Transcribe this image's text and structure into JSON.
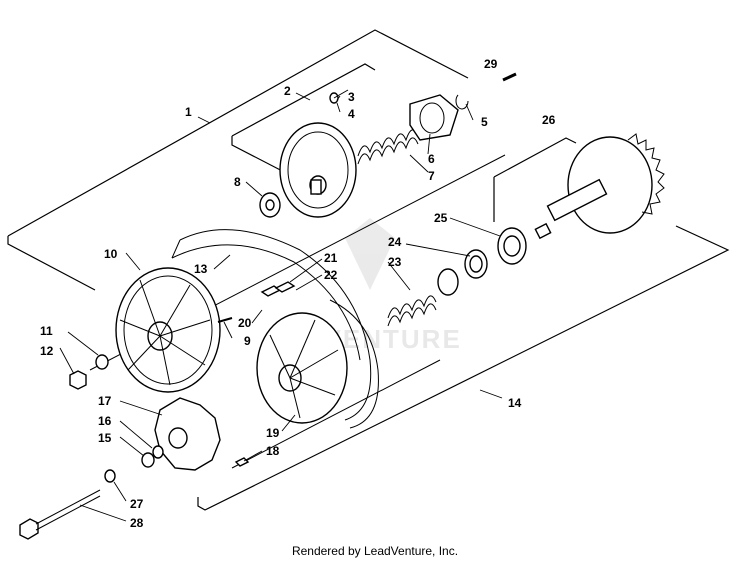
{
  "diagram": {
    "parts": [
      {
        "n": "1"
      },
      {
        "n": "2"
      },
      {
        "n": "3"
      },
      {
        "n": "4"
      },
      {
        "n": "5"
      },
      {
        "n": "6"
      },
      {
        "n": "7"
      },
      {
        "n": "8"
      },
      {
        "n": "9"
      },
      {
        "n": "10"
      },
      {
        "n": "11"
      },
      {
        "n": "12"
      },
      {
        "n": "13"
      },
      {
        "n": "14"
      },
      {
        "n": "15"
      },
      {
        "n": "16"
      },
      {
        "n": "17"
      },
      {
        "n": "18"
      },
      {
        "n": "19"
      },
      {
        "n": "20"
      },
      {
        "n": "21"
      },
      {
        "n": "22"
      },
      {
        "n": "23"
      },
      {
        "n": "24"
      },
      {
        "n": "25"
      },
      {
        "n": "26"
      },
      {
        "n": "27"
      },
      {
        "n": "28"
      },
      {
        "n": "29"
      }
    ],
    "watermark": "ADVENTURE"
  },
  "footer": {
    "rendered_by": "Rendered by LeadVenture, Inc."
  }
}
